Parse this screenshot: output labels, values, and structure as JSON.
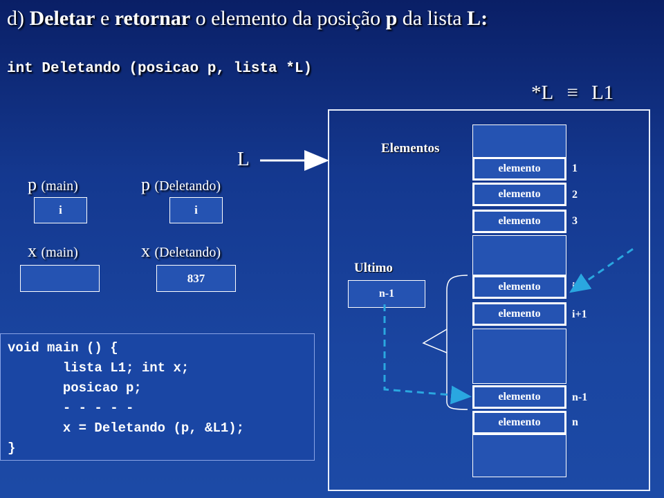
{
  "title": {
    "prefix": "d) ",
    "word1": "Deletar",
    "sep1": " e ",
    "word2": "retornar",
    "mid": " o elemento da posição ",
    "p": "p",
    "mid2": " da lista ",
    "L": "L:"
  },
  "signature": "int Deletando (posicao p, lista *L)",
  "equivalence": {
    "left": "*L",
    "symbol": "≡",
    "right": "L1"
  },
  "pointer_label": "L",
  "vars": {
    "p_main": {
      "name": "p",
      "scope": "(main)",
      "value": "i"
    },
    "p_del": {
      "name": "p",
      "scope": "(Deletando)",
      "value": "i"
    },
    "x_main": {
      "name": "x",
      "scope": "(main)",
      "value": ""
    },
    "x_del": {
      "name": "x",
      "scope": "(Deletando)",
      "value": "837"
    }
  },
  "code": [
    "void main () {",
    "       lista L1; int x;",
    "       posicao p;",
    "       - - - - -",
    "       x = Deletando (p, &L1);",
    "}"
  ],
  "list": {
    "elements_heading": "Elementos",
    "ultimo_heading": "Ultimo",
    "ultimo_value": "n-1",
    "items": [
      {
        "label": "elemento",
        "index": "1"
      },
      {
        "label": "elemento",
        "index": "2"
      },
      {
        "label": "elemento",
        "index": "3"
      },
      {
        "label": "elemento",
        "index": "i"
      },
      {
        "label": "elemento",
        "index": "i+1"
      },
      {
        "label": "elemento",
        "index": "n-1"
      },
      {
        "label": "elemento",
        "index": "n"
      }
    ]
  },
  "colors": {
    "arrow_dashed": "#2aa7e0",
    "border": "#ffffff"
  }
}
